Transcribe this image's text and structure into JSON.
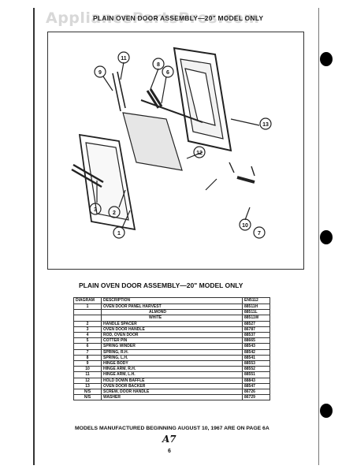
{
  "watermark": "AppliancePartsPros.com",
  "header_title": "PLAIN OVEN DOOR ASSEMBLY—20\" MODEL ONLY",
  "callouts": [
    "11",
    "8",
    "6",
    "9",
    "13",
    "12",
    "3",
    "2",
    "1",
    "10",
    "7"
  ],
  "section_title": "PLAIN OVEN DOOR ASSEMBLY—20\" MODEL ONLY",
  "table": {
    "headers": {
      "diagram": "DIAGRAM",
      "description": "DESCRIPTION",
      "part": "EN5112"
    },
    "rows": [
      {
        "num": "1",
        "desc": "OVEN DOOR PANEL    HARVEST",
        "part": "88511H"
      },
      {
        "num": "",
        "desc": "ALMOND",
        "part": "88511L",
        "sub": true
      },
      {
        "num": "",
        "desc": "WHITE",
        "part": "88511W",
        "sub": true
      },
      {
        "num": "2",
        "desc": "HANDLE SPACER",
        "part": "88527"
      },
      {
        "num": "3",
        "desc": "OVEN DOOR HANDLE",
        "part": "86787"
      },
      {
        "num": "4",
        "desc": "ROD, OVEN DOOR",
        "part": "88537"
      },
      {
        "num": "5",
        "desc": "COTTER PIN",
        "part": "88665"
      },
      {
        "num": "6",
        "desc": "SPRING WINDER",
        "part": "88543"
      },
      {
        "num": "7",
        "desc": "SPRING, R.H.",
        "part": "88542"
      },
      {
        "num": "8",
        "desc": "SPRING, L.H.",
        "part": "88541"
      },
      {
        "num": "9",
        "desc": "HINGE BODY",
        "part": "88553"
      },
      {
        "num": "10",
        "desc": "HINGE ARM, R.H.",
        "part": "88552"
      },
      {
        "num": "11",
        "desc": "HINGE ARM, L.H.",
        "part": "88551"
      },
      {
        "num": "12",
        "desc": "HOLD DOWN BAFFLE",
        "part": "88843"
      },
      {
        "num": "13",
        "desc": "OVEN DOOR BACKER",
        "part": "88547"
      },
      {
        "num": "N/S",
        "desc": "SCREW, DOOR HANDLE",
        "part": "86726"
      },
      {
        "num": "N/S",
        "desc": "WASHER",
        "part": "86729"
      }
    ]
  },
  "footer_note": "MODELS MANUFACTURED BEGINNING AUGUST 10, 1967 ARE ON PAGE 6A",
  "handwritten_mark": "A7",
  "page_number": "6"
}
